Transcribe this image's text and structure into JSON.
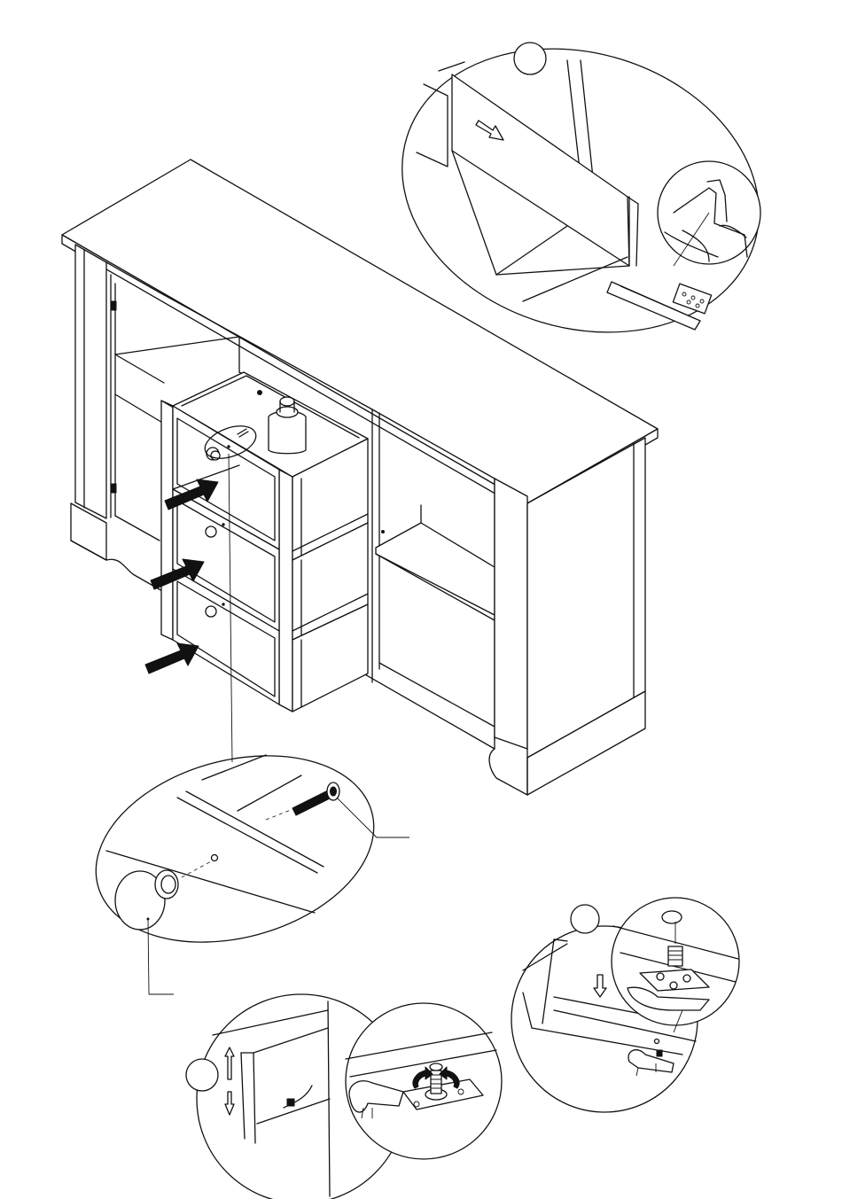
{
  "figure": {
    "description_labels": [],
    "arrow_color": "#111111",
    "line_color": "#111111",
    "background": "#ffffff"
  },
  "callouts": [
    {
      "id": "top-right",
      "number": ""
    },
    {
      "id": "bottom-right",
      "number": ""
    },
    {
      "id": "bottom-center",
      "number": ""
    }
  ],
  "icons": [
    "arrow-icon",
    "knob-icon",
    "screw-icon",
    "drawer-runner-icon",
    "rotate-arrow-icon"
  ]
}
